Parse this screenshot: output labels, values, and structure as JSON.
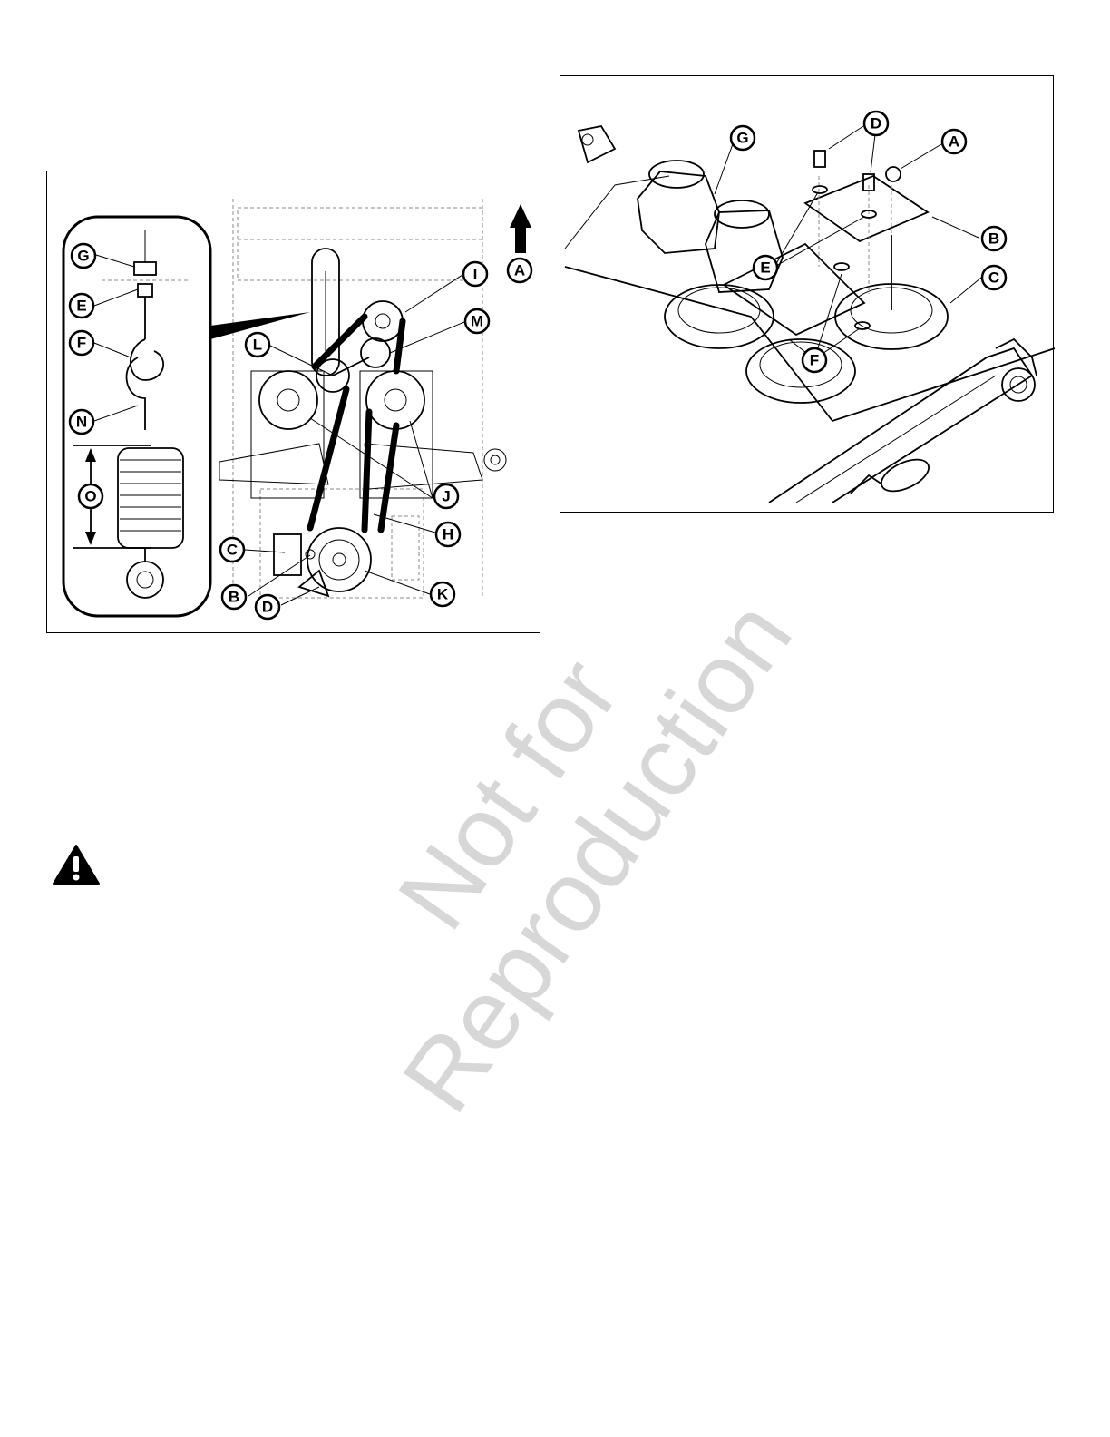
{
  "left_figure": {
    "callouts": [
      "G",
      "E",
      "F",
      "N",
      "O",
      "I",
      "M",
      "L",
      "J",
      "H",
      "C",
      "B",
      "D",
      "K",
      "A"
    ]
  },
  "right_figure": {
    "callouts": [
      "D",
      "G",
      "A",
      "B",
      "C",
      "E",
      "F"
    ]
  },
  "watermark": {
    "line1": "Not for",
    "line2": "Reproduction"
  },
  "icons": {
    "warning": "warning-triangle-icon",
    "forward_arrow": "arrow-up-icon"
  }
}
